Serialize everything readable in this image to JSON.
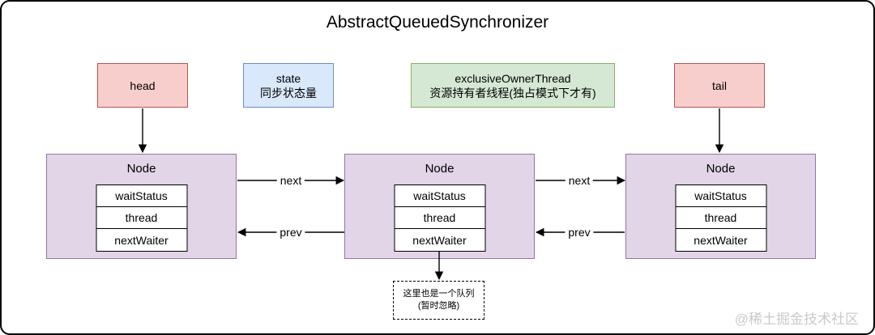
{
  "title": "AbstractQueuedSynchronizer",
  "pointer_boxes": [
    {
      "label": "head",
      "sub": ""
    },
    {
      "label": "state",
      "sub": "同步状态量"
    },
    {
      "label": "exclusiveOwnerThread",
      "sub": "资源持有者线程(独占模式下才有)"
    },
    {
      "label": "tail",
      "sub": ""
    }
  ],
  "nodes": [
    {
      "title": "Node",
      "fields": [
        "waitStatus",
        "thread",
        "nextWaiter"
      ]
    },
    {
      "title": "Node",
      "fields": [
        "waitStatus",
        "thread",
        "nextWaiter"
      ]
    },
    {
      "title": "Node",
      "fields": [
        "waitStatus",
        "thread",
        "nextWaiter"
      ]
    }
  ],
  "edge_labels": {
    "next": "next",
    "prev": "prev"
  },
  "note": {
    "line1": "这里也是一个队列",
    "line2": "(暂时忽略)"
  },
  "watermark": "@稀土掘金技术社区",
  "colors": {
    "head_tail_fill": "#f8cecc",
    "head_tail_border": "#b85450",
    "state_fill": "#dae8fc",
    "state_border": "#6c8ebf",
    "owner_fill": "#d5e8d4",
    "owner_border": "#82b366",
    "node_fill": "#e1d5e7",
    "node_border": "#9673a6",
    "arrow": "#000000",
    "watermark_text": "#c9c9c9"
  }
}
